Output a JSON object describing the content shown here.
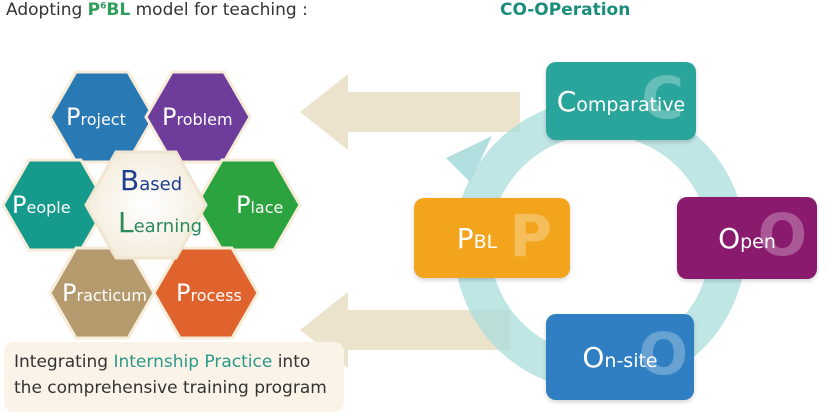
{
  "header": {
    "left_title_prefix": "Adopting ",
    "left_title_mark": "P",
    "left_title_sup": "6",
    "left_title_mark2": "BL",
    "left_title_suffix": " model for teaching :",
    "right_title": "CO-OPeration"
  },
  "hexagons": [
    {
      "initial": "P",
      "rest": "roject",
      "color": "#2979b5"
    },
    {
      "initial": "P",
      "rest": "roblem",
      "color": "#6e3d9c"
    },
    {
      "initial": "P",
      "rest": "eople",
      "color": "#169a8c"
    },
    {
      "initial": "P",
      "rest": "lace",
      "color": "#2ba33e"
    },
    {
      "initial": "P",
      "rest": "racticum",
      "color": "#b59a6e"
    },
    {
      "initial": "P",
      "rest": "rocess",
      "color": "#e0622c"
    }
  ],
  "center": {
    "line1_initial": "B",
    "line1_rest": "ased",
    "line2_initial": "L",
    "line2_rest": "earning",
    "color_line1": "#1e3f8f",
    "color_line2": "#2a8a5a"
  },
  "cycle": {
    "comparative": {
      "initial": "C",
      "rest": "omparative",
      "watermark": "C",
      "color": "#2aa59b"
    },
    "open": {
      "initial": "O",
      "rest": "pen",
      "watermark": "O",
      "color": "#8a1a6e"
    },
    "onsite": {
      "initial": "O",
      "rest": "n-site",
      "watermark": "O",
      "color": "#2f7fc2"
    },
    "pbl": {
      "initial": "P",
      "rest": "BL",
      "watermark": "P",
      "color": "#f2a51c"
    },
    "ring_color": "#a9dcdc"
  },
  "arrow_color": "#ece3cc",
  "note": {
    "line1_prefix": "Integrating ",
    "line1_highlight": "Internship Practice",
    "line1_suffix": " into",
    "line2": "the comprehensive training program"
  }
}
